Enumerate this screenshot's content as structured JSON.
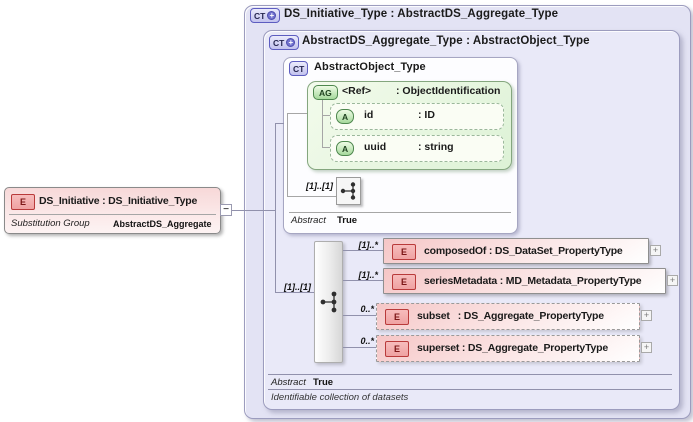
{
  "left_element": {
    "badge": "E",
    "title": "DS_Initiative : DS_Initiative_Type",
    "property_label": "Substitution Group",
    "property_value": "AbstractDS_Aggregate"
  },
  "icons": {
    "collapse": "−",
    "expand": "+",
    "badge_plus": "+"
  },
  "outer_type": {
    "badge": "CT",
    "title": "DS_Initiative_Type : AbstractDS_Aggregate_Type"
  },
  "parent_type": {
    "badge": "CT",
    "title": "AbstractDS_Aggregate_Type : AbstractObject_Type",
    "sequence_cardinality": "[1]..[1]",
    "abstract_label": "Abstract",
    "abstract_value": "True",
    "annotation": "Identifiable collection of datasets",
    "elements": [
      {
        "badge": "E",
        "cardinality": "[1]..*",
        "label": "composedOf : DS_DataSet_PropertyType",
        "optional": false
      },
      {
        "badge": "E",
        "cardinality": "[1]..*",
        "label": "seriesMetadata : MD_Metadata_PropertyType",
        "optional": false
      },
      {
        "badge": "E",
        "cardinality": "0..*",
        "label": "subset   : DS_Aggregate_PropertyType",
        "optional": true
      },
      {
        "badge": "E",
        "cardinality": "0..*",
        "label": "superset : DS_Aggregate_PropertyType",
        "optional": true
      }
    ]
  },
  "base_type": {
    "badge": "CT",
    "title": "AbstractObject_Type",
    "sequence_cardinality": "[1]..[1]",
    "abstract_label": "Abstract",
    "abstract_value": "True",
    "attribute_group": {
      "badge": "AG",
      "name": "<Ref>",
      "type": ": ObjectIdentification",
      "attributes": [
        {
          "badge": "A",
          "name": "id",
          "type": ": ID"
        },
        {
          "badge": "A",
          "name": "uuid",
          "type": ": string"
        }
      ]
    }
  },
  "colors": {
    "lavender_fill": "#e6e6f6",
    "green_fill": "#e0f3da",
    "pink_fill": "#f5c6c6",
    "badge_violet_border": "#5d5dc0",
    "badge_red_border": "#b93a3a",
    "badge_green_border": "#4e874e"
  }
}
